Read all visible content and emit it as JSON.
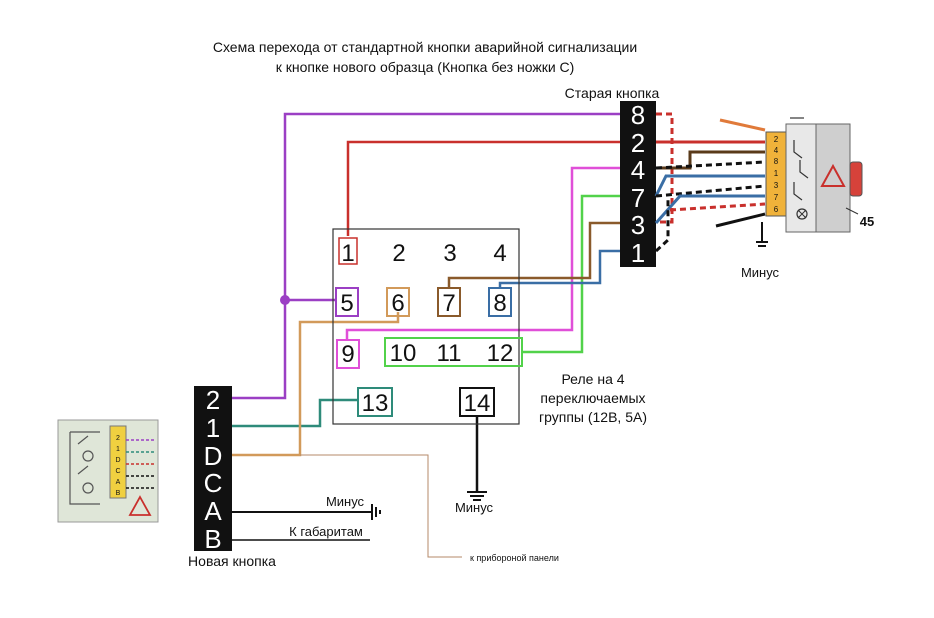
{
  "title": {
    "line1": "Схема перехода от стандартной кнопки аварийной сигнализации",
    "line2": "к кнопке нового образца (Кнопка без ножки С)"
  },
  "old_button": {
    "label": "Старая кнопка",
    "pins": [
      "8",
      "2",
      "4",
      "7",
      "3",
      "1"
    ],
    "photo_pins": [
      "2",
      "4",
      "8",
      "1",
      "3",
      "7",
      "6"
    ],
    "photo_ref": "45",
    "ground_label": "Минус"
  },
  "relay": {
    "caption_line1": "Реле на 4",
    "caption_line2": "переключаемых",
    "caption_line3": "группы (12В, 5А)",
    "terminals": [
      "1",
      "2",
      "3",
      "4",
      "5",
      "6",
      "7",
      "8",
      "9",
      "10",
      "11",
      "12",
      "13",
      "14"
    ],
    "ground_label": "Минус"
  },
  "new_button": {
    "label": "Новая кнопка",
    "pins": [
      "2",
      "1",
      "D",
      "C",
      "A",
      "B"
    ],
    "photo_pins": [
      "2",
      "1",
      "D",
      "C",
      "A",
      "B"
    ],
    "minus_label": "Минус",
    "markers_label": "К габаритам",
    "panel_label": "к приборoной панели"
  },
  "colors": {
    "violet": "#9b3fc4",
    "red": "#c9302c",
    "pink": "#e04fd8",
    "green": "#52d24a",
    "brown": "#8a5a2b",
    "blue": "#3a6ea5",
    "teal": "#2e8b7a",
    "tan": "#d29a5a",
    "orange": "#e07a3a",
    "black": "#111111"
  }
}
